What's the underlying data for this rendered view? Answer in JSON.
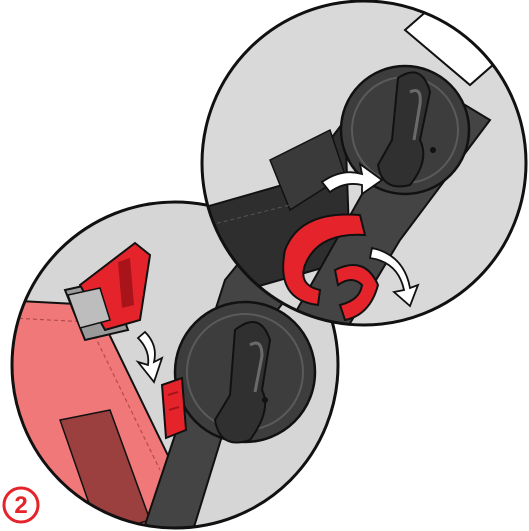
{
  "step_label": "2",
  "colors": {
    "red_accent": "#e5232a",
    "red_dark": "#a9141b",
    "salmon_fabric": "#f07878",
    "fabric_shadow": "#c86060",
    "strap_gray": "#444444",
    "knob_gray": "#3d3d3d",
    "knob_highlight": "#6a6a6a",
    "arrow_fill": "#ffffff",
    "outline": "#111111",
    "background_circle": "#d9d9d9"
  },
  "icons": {
    "step_badge": "circled-number",
    "arrows": "curved-white-arrow",
    "buckle": "harness-buckle",
    "adjuster": "round-strap-adjuster-knob"
  }
}
